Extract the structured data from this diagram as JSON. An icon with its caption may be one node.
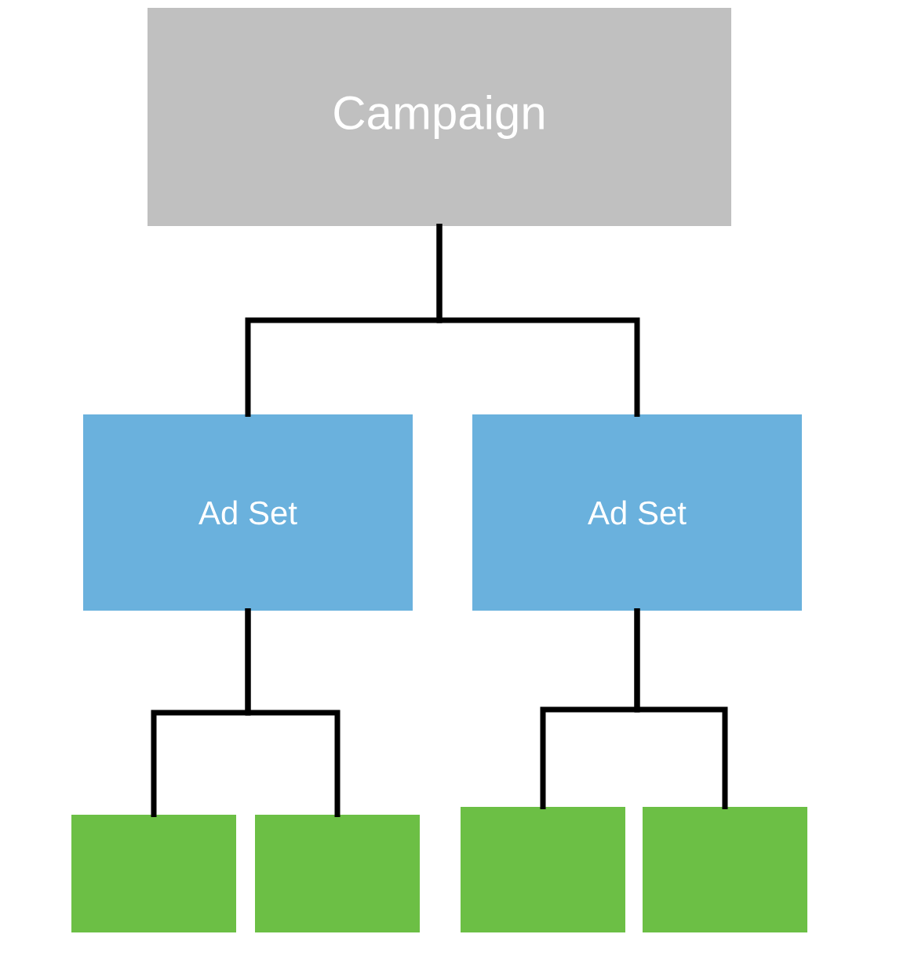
{
  "diagram": {
    "nodes": [
      {
        "text": [
          "Campaign"
        ]
      },
      {
        "text": [
          "Ad Set"
        ]
      },
      {
        "text": [
          "Ad Set"
        ]
      },
      {
        "text": [],
        "shape": "box"
      },
      {
        "text": [],
        "shape": "box"
      },
      {
        "text": [],
        "shape": "box"
      },
      {
        "text": [],
        "shape": "box"
      }
    ],
    "edges": [
      {
        "from": 0,
        "to": 1,
        "arrow": "none"
      },
      {
        "from": 0,
        "to": 2,
        "arrow": "none"
      },
      {
        "from": 1,
        "to": 3,
        "arrow": "none"
      },
      {
        "from": 1,
        "to": 4,
        "arrow": "none"
      },
      {
        "from": 2,
        "to": 5,
        "arrow": "none"
      },
      {
        "from": 2,
        "to": 6,
        "arrow": "none"
      }
    ]
  }
}
